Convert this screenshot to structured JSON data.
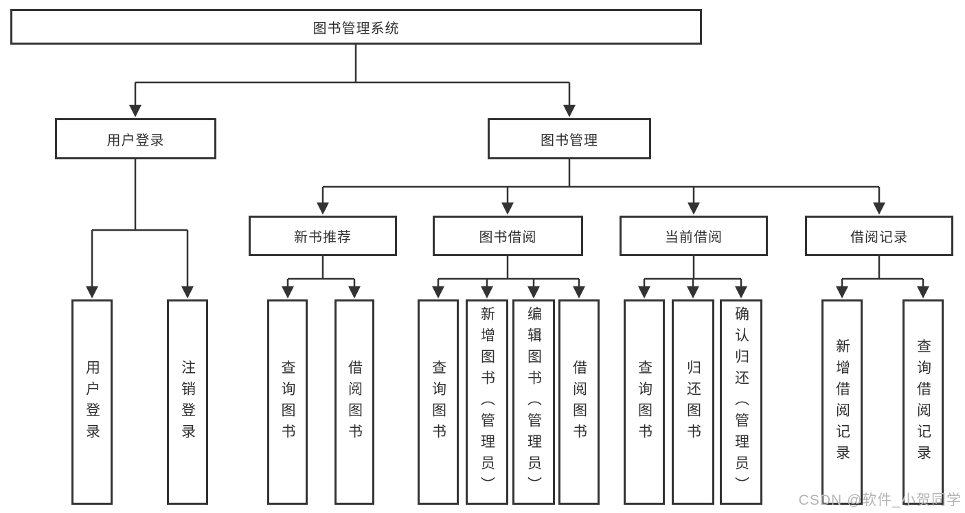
{
  "nodes": {
    "root": {
      "label": "图书管理系统"
    },
    "user_login": {
      "label": "用户登录"
    },
    "book_management": {
      "label": "图书管理"
    },
    "leaf_user_login": {
      "label": "用户登录"
    },
    "leaf_logout": {
      "label": "注销登录"
    },
    "new_book_recommend": {
      "label": "新书推荐"
    },
    "book_borrowing": {
      "label": "图书借阅"
    },
    "current_borrowing": {
      "label": "当前借阅"
    },
    "borrowing_records": {
      "label": "借阅记录"
    },
    "nbr_query_books": {
      "label": "查询图书"
    },
    "nbr_borrow_books": {
      "label": "借阅图书"
    },
    "bb_query_books": {
      "label": "查询图书"
    },
    "bb_add_books": {
      "label": "新增图书（管理员）"
    },
    "bb_edit_books": {
      "label": "编辑图书（管理员）"
    },
    "bb_borrow_books": {
      "label": "借阅图书"
    },
    "cb_query_books": {
      "label": "查询图书"
    },
    "cb_return_books": {
      "label": "归还图书"
    },
    "cb_confirm_return": {
      "label": "确认归还（管理员）"
    },
    "br_add_record": {
      "label": "新增借阅记录"
    },
    "br_query_record": {
      "label": "查询借阅记录"
    }
  },
  "hierarchy": {
    "图书管理系统": {
      "用户登录": [
        "用户登录",
        "注销登录"
      ],
      "图书管理": {
        "新书推荐": [
          "查询图书",
          "借阅图书"
        ],
        "图书借阅": [
          "查询图书",
          "新增图书（管理员）",
          "编辑图书（管理员）",
          "借阅图书"
        ],
        "当前借阅": [
          "查询图书",
          "归还图书",
          "确认归还（管理员）"
        ],
        "借阅记录": [
          "新增借阅记录",
          "查询借阅记录"
        ]
      }
    }
  },
  "watermark": {
    "text": "CSDN @软件_小贺同学"
  },
  "colors": {
    "line": "#333333",
    "border": "#333333",
    "fill": "#ffffff",
    "text": "#2f2f2f",
    "watermark": "#b5b5b5"
  }
}
